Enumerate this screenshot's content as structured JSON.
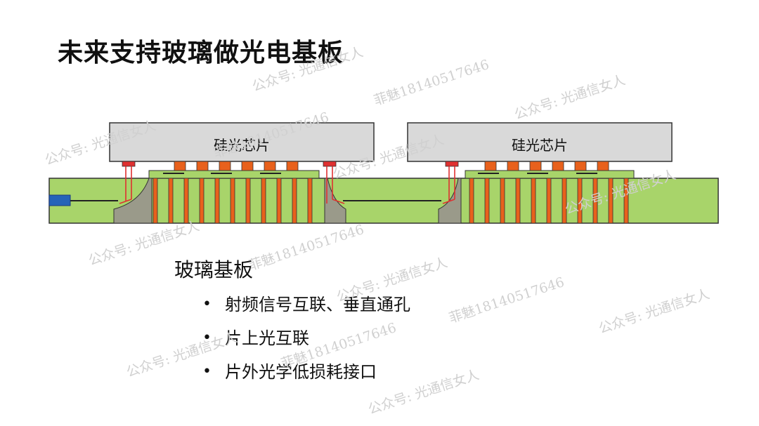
{
  "title": "未来支持玻璃做光电基板",
  "diagram": {
    "chip_left_label": "硅光芯片",
    "chip_right_label": "硅光芯片"
  },
  "section": {
    "heading": "玻璃基板",
    "bullets": [
      "射频信号互联、垂直通孔",
      "片上光互联",
      "片外光学低损耗接口"
    ]
  },
  "watermarks": {
    "account": "公众号: 光通信女人",
    "contact": "菲魅18140517646"
  },
  "colors": {
    "substrate": "#a8d46a",
    "chip": "#d9d9d9",
    "via": "#e8611c",
    "optical_path": "#e03030",
    "coupler": "#9a9a8a",
    "fiber_connector": "#2563b8"
  }
}
